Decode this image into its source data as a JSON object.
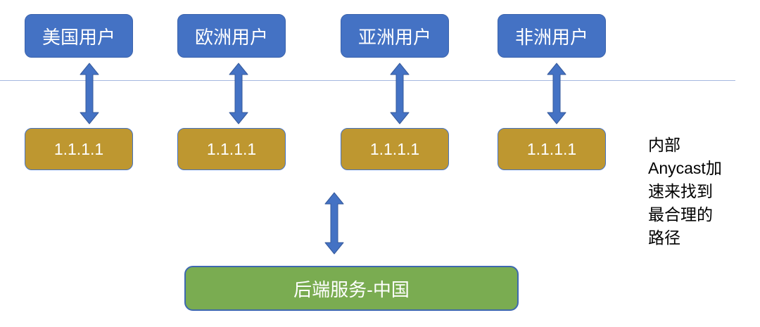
{
  "diagram": {
    "user_boxes": [
      {
        "label": "美国用户"
      },
      {
        "label": "欧洲用户"
      },
      {
        "label": "亚洲用户"
      },
      {
        "label": "非洲用户"
      }
    ],
    "anycast_nodes": [
      {
        "label": "1.1.1.1"
      },
      {
        "label": "1.1.1.1"
      },
      {
        "label": "1.1.1.1"
      },
      {
        "label": "1.1.1.1"
      }
    ],
    "backend": {
      "label": "后端服务-中国"
    },
    "annotation": {
      "full_text": "内部Anycast加速来找到最合理的路径",
      "lines": [
        "内部",
        "Anycast加",
        "速来找到",
        "最合理的",
        "路径"
      ]
    },
    "colors": {
      "user_fill": "#4472C4",
      "user_border": "#3B63AC",
      "node_fill": "#BE9730",
      "node_border": "#4472C4",
      "backend_fill": "#7AAC51",
      "backend_border": "#3E68B0",
      "arrow_fill": "#4472C4",
      "arrow_stroke": "#35599B",
      "divider": "#A5B8DF",
      "annotation_color": "#000000"
    }
  }
}
